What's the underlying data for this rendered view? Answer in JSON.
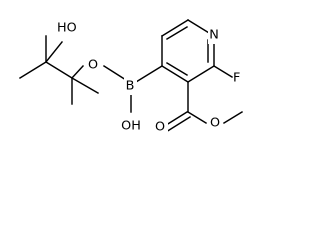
{
  "molecule": {
    "atoms": {
      "nitrogen": "N",
      "fluorine": "F",
      "boron": "B",
      "boron_hydroxyl": "OH",
      "pinacol_ether_oxygen": "O",
      "pinacol_hydroxyl": "HO",
      "carbonyl_oxygen": "O",
      "ester_oxygen": "O"
    }
  }
}
